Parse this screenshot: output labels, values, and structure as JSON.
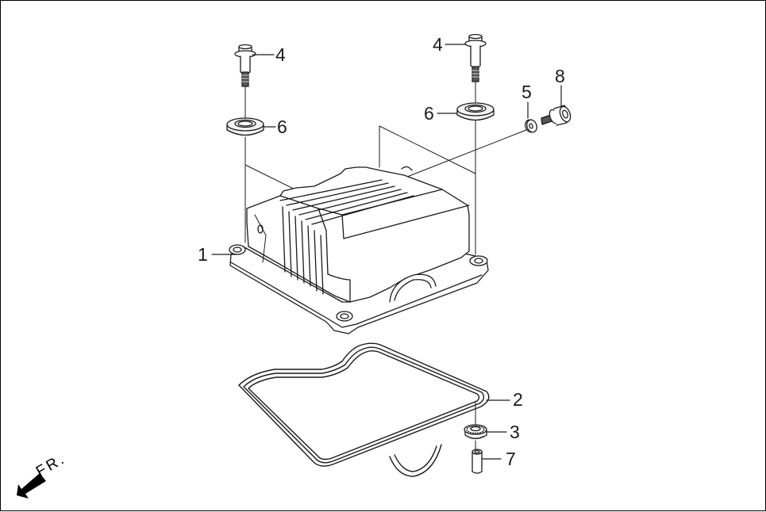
{
  "diagram": {
    "type": "exploded-parts-diagram",
    "subject": "cylinder head cover assembly",
    "direction_indicator": {
      "label": "FR.",
      "icon": "front-direction-arrow-icon"
    },
    "callouts": [
      {
        "id": "c1",
        "number": "1",
        "part": "cylinder head cover"
      },
      {
        "id": "c2",
        "number": "2",
        "part": "gasket"
      },
      {
        "id": "c3",
        "number": "3",
        "part": "washer/seal"
      },
      {
        "id": "c4a",
        "number": "4",
        "part": "flange bolt (left)"
      },
      {
        "id": "c4b",
        "number": "4",
        "part": "flange bolt (right)"
      },
      {
        "id": "c5",
        "number": "5",
        "part": "washer"
      },
      {
        "id": "c6a",
        "number": "6",
        "part": "rubber grommet (left)"
      },
      {
        "id": "c6b",
        "number": "6",
        "part": "rubber grommet (right)"
      },
      {
        "id": "c7",
        "number": "7",
        "part": "dowel pin"
      },
      {
        "id": "c8",
        "number": "8",
        "part": "bolt"
      }
    ],
    "colors": {
      "line": "#1a1a1a",
      "fill": "#ffffff",
      "frame": "#000000",
      "shade": "#555555"
    }
  }
}
